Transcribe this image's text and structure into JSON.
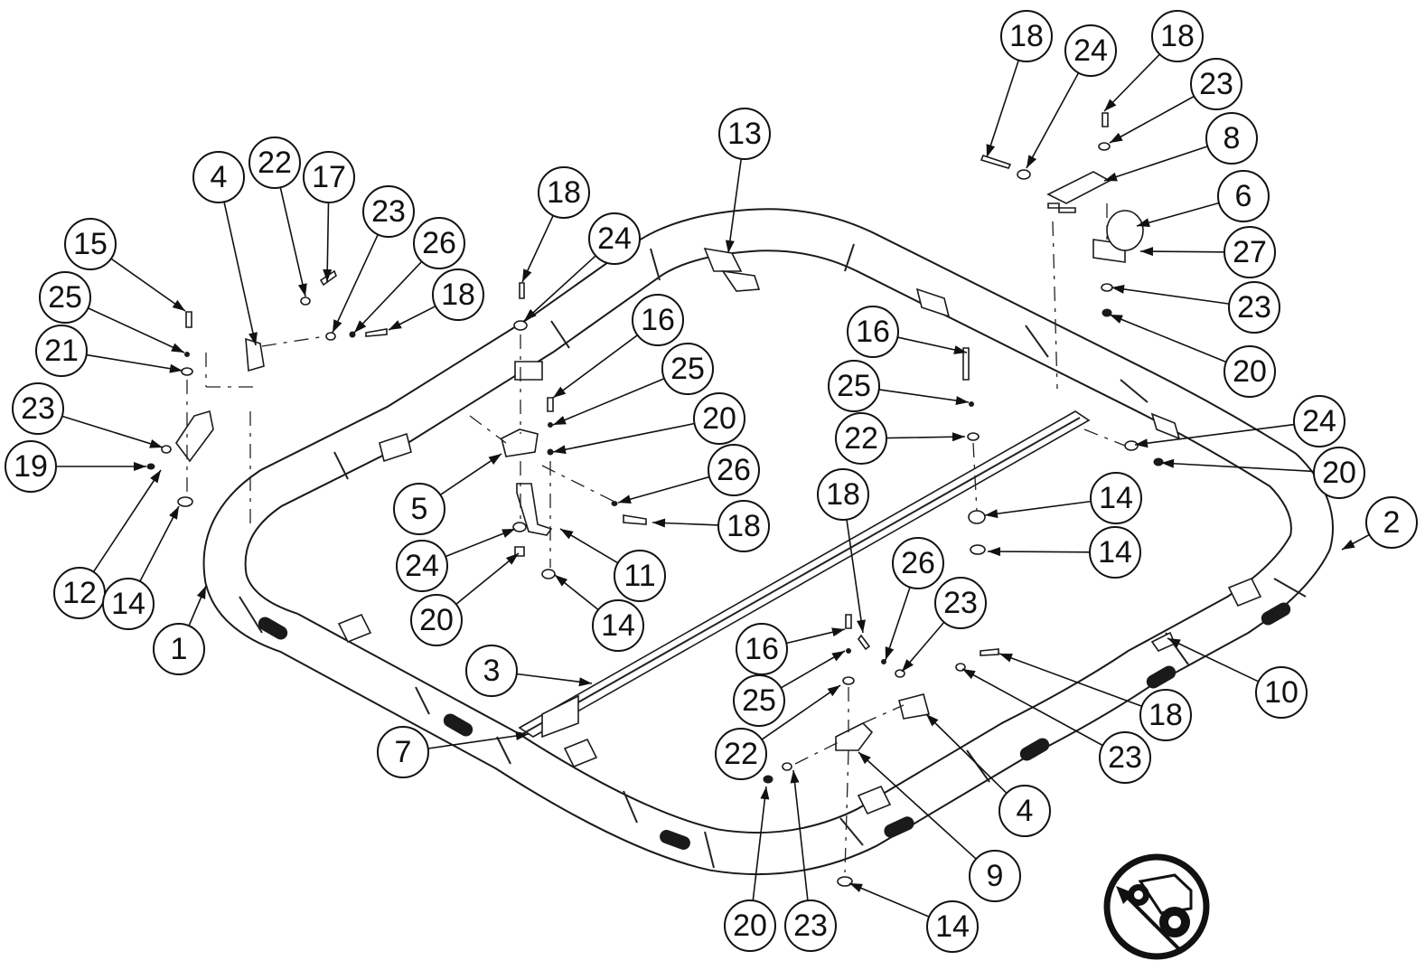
{
  "diagram": {
    "callouts": [
      {
        "label": "1"
      },
      {
        "label": "2"
      },
      {
        "label": "3"
      },
      {
        "label": "4"
      },
      {
        "label": "4"
      },
      {
        "label": "5"
      },
      {
        "label": "6"
      },
      {
        "label": "7"
      },
      {
        "label": "8"
      },
      {
        "label": "9"
      },
      {
        "label": "10"
      },
      {
        "label": "11"
      },
      {
        "label": "12"
      },
      {
        "label": "13"
      },
      {
        "label": "14"
      },
      {
        "label": "14"
      },
      {
        "label": "14"
      },
      {
        "label": "14"
      },
      {
        "label": "14"
      },
      {
        "label": "15"
      },
      {
        "label": "16"
      },
      {
        "label": "16"
      },
      {
        "label": "16"
      },
      {
        "label": "17"
      },
      {
        "label": "18"
      },
      {
        "label": "18"
      },
      {
        "label": "18"
      },
      {
        "label": "18"
      },
      {
        "label": "18"
      },
      {
        "label": "18"
      },
      {
        "label": "18"
      },
      {
        "label": "19"
      },
      {
        "label": "20"
      },
      {
        "label": "20"
      },
      {
        "label": "20"
      },
      {
        "label": "20"
      },
      {
        "label": "20"
      },
      {
        "label": "21"
      },
      {
        "label": "22"
      },
      {
        "label": "22"
      },
      {
        "label": "22"
      },
      {
        "label": "23"
      },
      {
        "label": "23"
      },
      {
        "label": "23"
      },
      {
        "label": "23"
      },
      {
        "label": "23"
      },
      {
        "label": "23"
      },
      {
        "label": "23"
      },
      {
        "label": "24"
      },
      {
        "label": "24"
      },
      {
        "label": "24"
      },
      {
        "label": "24"
      },
      {
        "label": "25"
      },
      {
        "label": "25"
      },
      {
        "label": "25"
      },
      {
        "label": "25"
      },
      {
        "label": "26"
      },
      {
        "label": "26"
      },
      {
        "label": "26"
      },
      {
        "label": "27"
      }
    ],
    "orientation_icon": "tractor-direction-icon"
  }
}
